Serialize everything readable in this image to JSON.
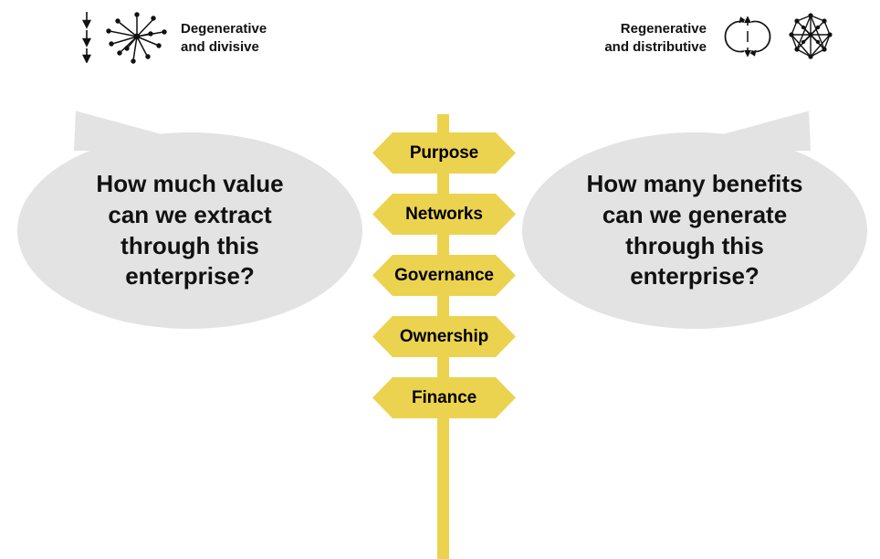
{
  "legends": {
    "left": {
      "text": "Degenerative\nand divisive",
      "icons": [
        "down-arrows-icon",
        "centralized-star-network-icon"
      ]
    },
    "right": {
      "text": "Regenerative\nand distributive",
      "icons": [
        "circular-flow-icon",
        "distributed-network-icon"
      ]
    }
  },
  "signpost": {
    "signs": [
      {
        "label": "Purpose"
      },
      {
        "label": "Networks"
      },
      {
        "label": "Governance"
      },
      {
        "label": "Ownership"
      },
      {
        "label": "Finance"
      }
    ]
  },
  "bubbles": {
    "left": {
      "text": "How much value\ncan we extract\nthrough this\nenterprise?"
    },
    "right": {
      "text": "How many benefits\ncan we generate\nthrough this\nenterprise?"
    }
  },
  "colors": {
    "sign_yellow": "#ecd34f",
    "bubble_grey": "#e3e3e3",
    "ink": "#111111",
    "background": "#ffffff"
  }
}
